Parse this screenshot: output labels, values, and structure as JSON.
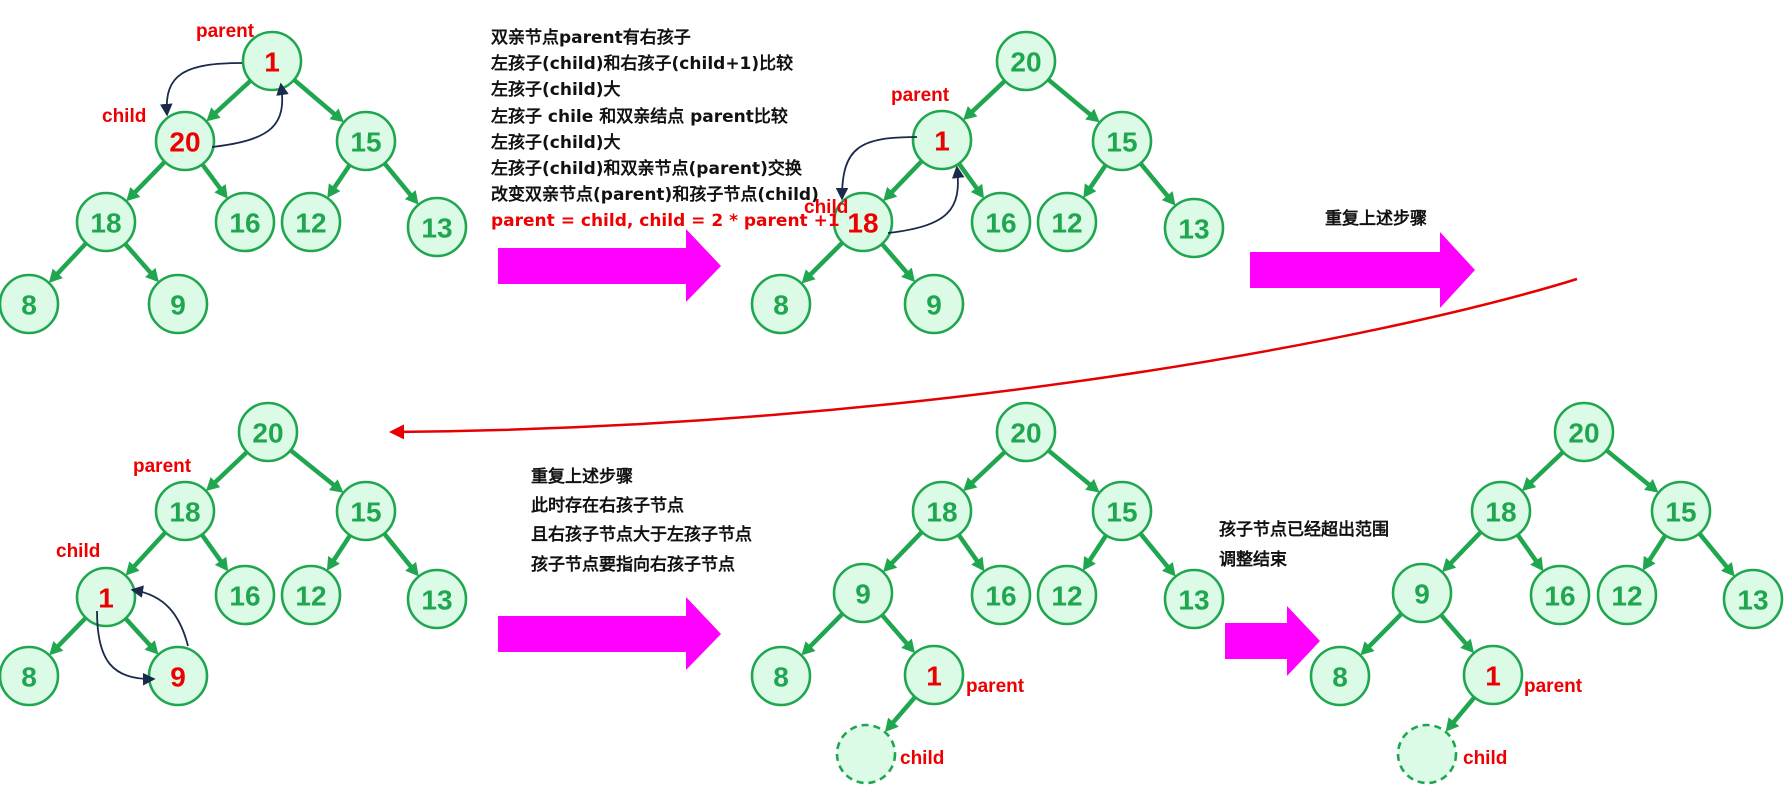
{
  "colors": {
    "node_fill": "#dcfbe7",
    "node_stroke": "#21a650",
    "edge": "#21a650",
    "value_default": "#21a650",
    "value_highlight": "#ee0000",
    "label": "#ee0000",
    "step_arrow": "#ff00ff",
    "swap_arrow": "#1a2a4a",
    "flow_arrow": "#e60000"
  },
  "trees": [
    {
      "nodes": [
        {
          "value": "1",
          "highlight": true
        },
        {
          "value": "20",
          "highlight": true
        },
        {
          "value": "15"
        },
        {
          "value": "18"
        },
        {
          "value": "16"
        },
        {
          "value": "12"
        },
        {
          "value": "13"
        },
        {
          "value": "8"
        },
        {
          "value": "9"
        }
      ],
      "labels": [
        {
          "text": "parent"
        },
        {
          "text": "child"
        }
      ]
    },
    {
      "nodes": [
        {
          "value": "20"
        },
        {
          "value": "1",
          "highlight": true
        },
        {
          "value": "15"
        },
        {
          "value": "18",
          "highlight": true
        },
        {
          "value": "16"
        },
        {
          "value": "12"
        },
        {
          "value": "13"
        },
        {
          "value": "8"
        },
        {
          "value": "9"
        }
      ],
      "labels": [
        {
          "text": "parent"
        },
        {
          "text": "child"
        }
      ]
    },
    {
      "nodes": [
        {
          "value": "20"
        },
        {
          "value": "18"
        },
        {
          "value": "15"
        },
        {
          "value": "1",
          "highlight": true
        },
        {
          "value": "16"
        },
        {
          "value": "12"
        },
        {
          "value": "13"
        },
        {
          "value": "8"
        },
        {
          "value": "9",
          "highlight": true
        }
      ],
      "labels": [
        {
          "text": "parent"
        },
        {
          "text": "child"
        }
      ]
    },
    {
      "nodes": [
        {
          "value": "20"
        },
        {
          "value": "18"
        },
        {
          "value": "15"
        },
        {
          "value": "9"
        },
        {
          "value": "16"
        },
        {
          "value": "12"
        },
        {
          "value": "13"
        },
        {
          "value": "8"
        },
        {
          "value": "1",
          "highlight": true
        },
        {
          "value": "",
          "ghost": true
        }
      ],
      "labels": [
        {
          "text": "parent"
        },
        {
          "text": "child"
        }
      ]
    },
    {
      "nodes": [
        {
          "value": "20"
        },
        {
          "value": "18"
        },
        {
          "value": "15"
        },
        {
          "value": "9"
        },
        {
          "value": "16"
        },
        {
          "value": "12"
        },
        {
          "value": "13"
        },
        {
          "value": "8"
        },
        {
          "value": "1",
          "highlight": true
        },
        {
          "value": "",
          "ghost": true
        }
      ],
      "labels": [
        {
          "text": "parent"
        },
        {
          "text": "child"
        }
      ]
    }
  ],
  "notes": {
    "step1": [
      {
        "text": "双亲节点parent有右孩子"
      },
      {
        "text": "左孩子(child)和右孩子(child+1)比较"
      },
      {
        "text": "左孩子(child)大"
      },
      {
        "text": "左孩子 chile 和双亲结点 parent比较"
      },
      {
        "text": "左孩子(child)大"
      },
      {
        "text": "左孩子(child)和双亲节点(parent)交换"
      },
      {
        "text": "改变双亲节点(parent)和孩子节点(child)"
      },
      {
        "text": "parent = child, child = 2 * parent +1",
        "red": true
      }
    ],
    "step2": [
      {
        "text": "重复上述步骤"
      }
    ],
    "step3": [
      {
        "text": "重复上述步骤"
      },
      {
        "text": "此时存在右孩子节点"
      },
      {
        "text": "且右孩子节点大于左孩子节点"
      },
      {
        "text": "孩子节点要指向右孩子节点"
      }
    ],
    "step4": [
      {
        "text": "孩子节点已经超出范围"
      },
      {
        "text": "调整结束"
      }
    ]
  }
}
